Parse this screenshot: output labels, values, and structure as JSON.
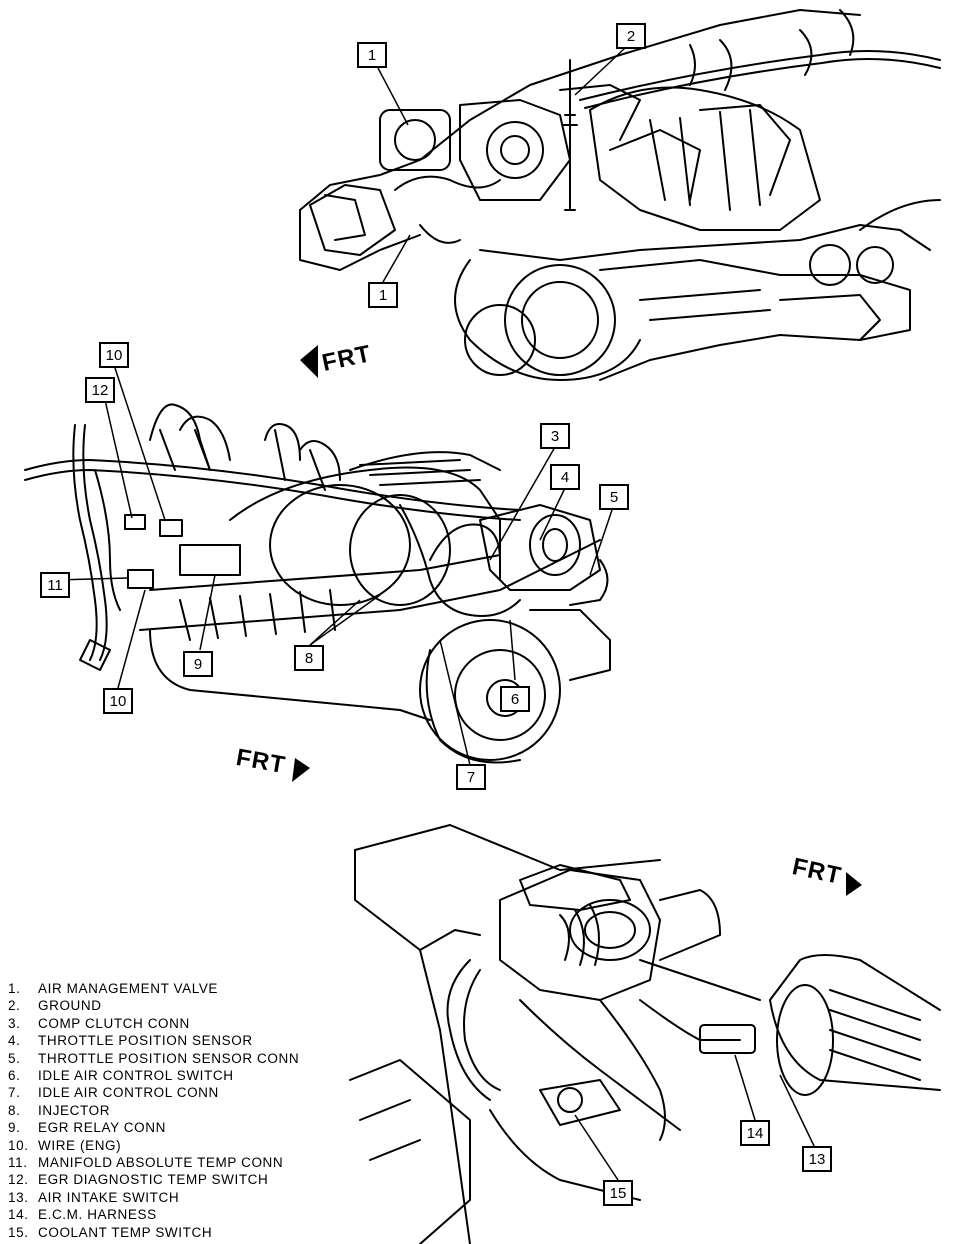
{
  "direction_label": "FRT",
  "callouts": {
    "c1a": "1",
    "c1b": "1",
    "c2": "2",
    "c3": "3",
    "c4": "4",
    "c5": "5",
    "c6": "6",
    "c7": "7",
    "c8": "8",
    "c9": "9",
    "c10a": "10",
    "c10b": "10",
    "c11": "11",
    "c12": "12",
    "c13": "13",
    "c14": "14",
    "c15": "15"
  },
  "legend": [
    {
      "num": "1.",
      "text": "AIR MANAGEMENT VALVE"
    },
    {
      "num": "2.",
      "text": "GROUND"
    },
    {
      "num": "3.",
      "text": "COMP CLUTCH CONN"
    },
    {
      "num": "4.",
      "text": "THROTTLE POSITION SENSOR"
    },
    {
      "num": "5.",
      "text": "THROTTLE POSITION SENSOR CONN"
    },
    {
      "num": "6.",
      "text": "IDLE AIR CONTROL SWITCH"
    },
    {
      "num": "7.",
      "text": "IDLE AIR CONTROL CONN"
    },
    {
      "num": "8.",
      "text": "INJECTOR"
    },
    {
      "num": "9.",
      "text": "EGR RELAY CONN"
    },
    {
      "num": "10.",
      "text": "WIRE (ENG)"
    },
    {
      "num": "11.",
      "text": "MANIFOLD ABSOLUTE TEMP CONN"
    },
    {
      "num": "12.",
      "text": "EGR DIAGNOSTIC TEMP SWITCH"
    },
    {
      "num": "13.",
      "text": "AIR INTAKE SWITCH"
    },
    {
      "num": "14.",
      "text": "E.C.M. HARNESS"
    },
    {
      "num": "15.",
      "text": "COOLANT TEMP SWITCH"
    }
  ]
}
